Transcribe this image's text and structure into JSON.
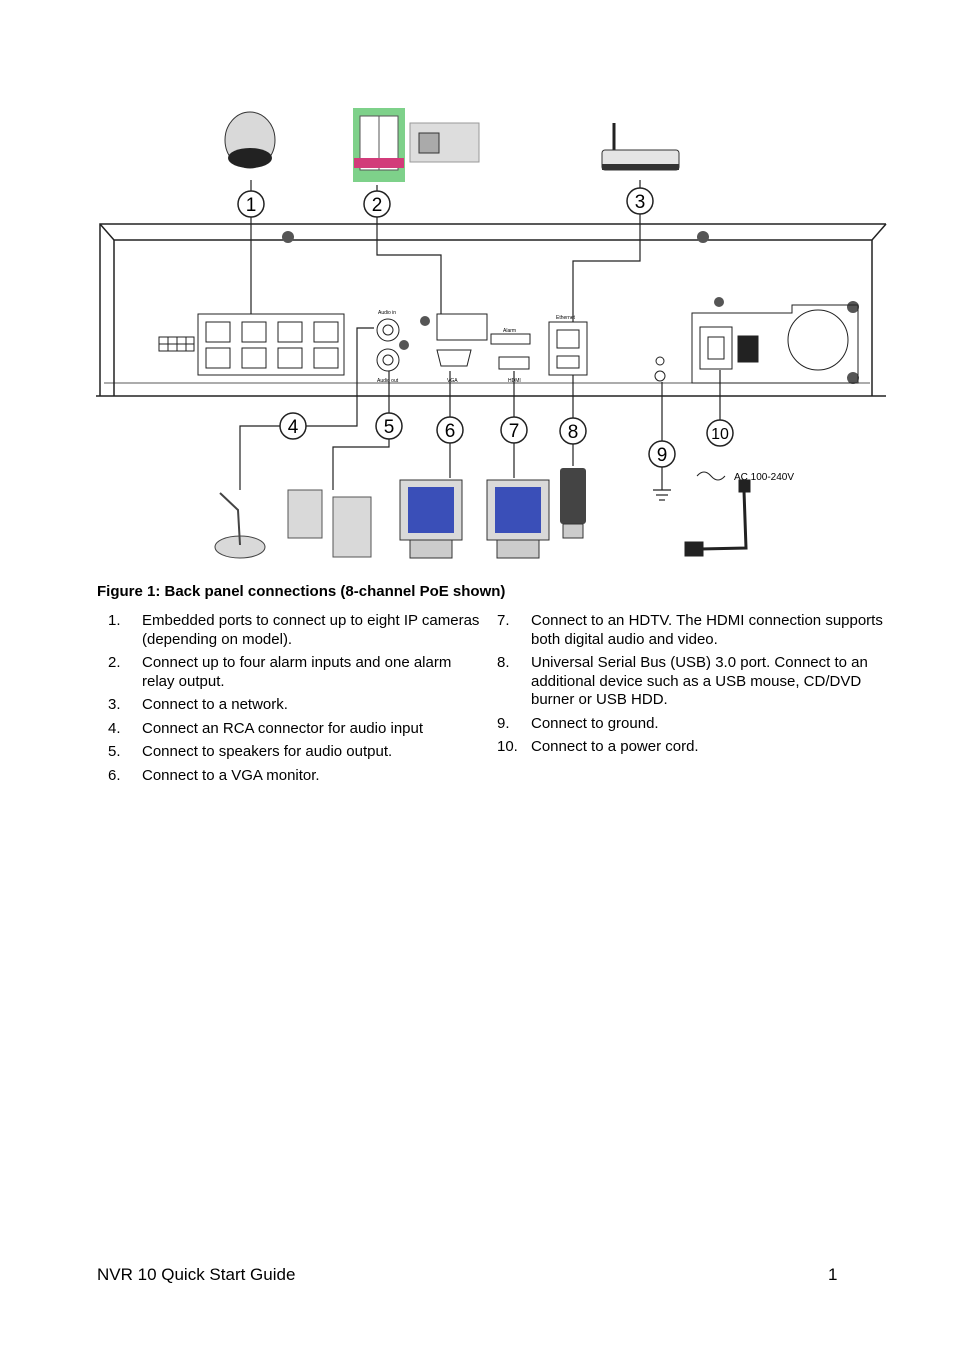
{
  "figure": {
    "callouts": [
      "1",
      "2",
      "3",
      "4",
      "5",
      "6",
      "7",
      "8",
      "9",
      "10"
    ],
    "port_labels": {
      "audio_in": "Audio in",
      "audio_out": "Audio out",
      "vga": "VGA",
      "hdmi": "HDMI",
      "ethernet": "Ethernet",
      "alarm": "Alarm"
    },
    "ac_label": "AC 100-240V",
    "caption": "Figure 1: Back panel connections (8-channel PoE shown)"
  },
  "list_left": [
    {
      "num": "1.",
      "text": "Embedded ports to connect up to eight IP cameras (depending on model)."
    },
    {
      "num": "2.",
      "text": "Connect up to four alarm inputs and one alarm relay output."
    },
    {
      "num": "3.",
      "text": "Connect to a network."
    },
    {
      "num": "4.",
      "text": "Connect an RCA connector for audio input"
    },
    {
      "num": "5.",
      "text": "Connect to speakers for audio output."
    },
    {
      "num": "6.",
      "text": "Connect to a VGA monitor."
    }
  ],
  "list_right": [
    {
      "num": "7.",
      "text": "Connect to an HDTV. The HDMI connection supports both digital audio and video."
    },
    {
      "num": "8.",
      "text": "Universal Serial Bus (USB) 3.0 port. Connect to an additional device such as a USB mouse, CD/DVD burner or USB HDD."
    },
    {
      "num": "9.",
      "text": "Connect to ground."
    },
    {
      "num": "10.",
      "text": "Connect to a power cord."
    }
  ],
  "footer": {
    "title": "NVR 10 Quick Start Guide",
    "page": "1"
  },
  "colors": {
    "panel_stroke": "#222222",
    "window_green": "#7ed18a",
    "screen_blue": "#3a4fb8"
  }
}
